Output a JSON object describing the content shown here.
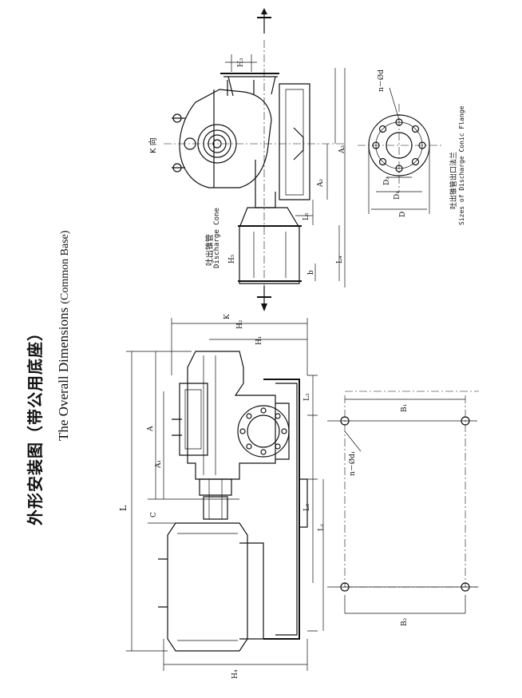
{
  "title": {
    "chinese": "外形安装图（带公用底座）",
    "english_main": "The Overall Dimensions",
    "english_paren": "(Common Base)"
  },
  "top_view": {
    "direction_label": "K 向",
    "discharge_cone_cn": "吐出锥管",
    "discharge_cone_en": "Discharge Cone",
    "dims": {
      "h3": "H₃",
      "h5": "H₅",
      "a2": "A₂",
      "a3": "A₃",
      "l5": "L₅",
      "l4": "L₄",
      "b": "b",
      "k": "K"
    }
  },
  "flange_view": {
    "hole_label": "n－Ød",
    "dims": {
      "d": "D",
      "d1": "D₁",
      "d2": "D₂"
    },
    "caption_cn": "吐出锥管出口法兰",
    "caption_en": "Sizes of Discharge Conic Flange"
  },
  "main_view": {
    "dims": {
      "l": "L",
      "a": "A",
      "a1": "A₁",
      "c": "C",
      "h2": "H₂",
      "h1": "H₁",
      "h4": "H₄",
      "l3": "L₃",
      "l2": "L₂",
      "l1": "L₁",
      "b1": "B₁",
      "b2": "B₂",
      "hole_label": "n－Ød₁"
    }
  }
}
